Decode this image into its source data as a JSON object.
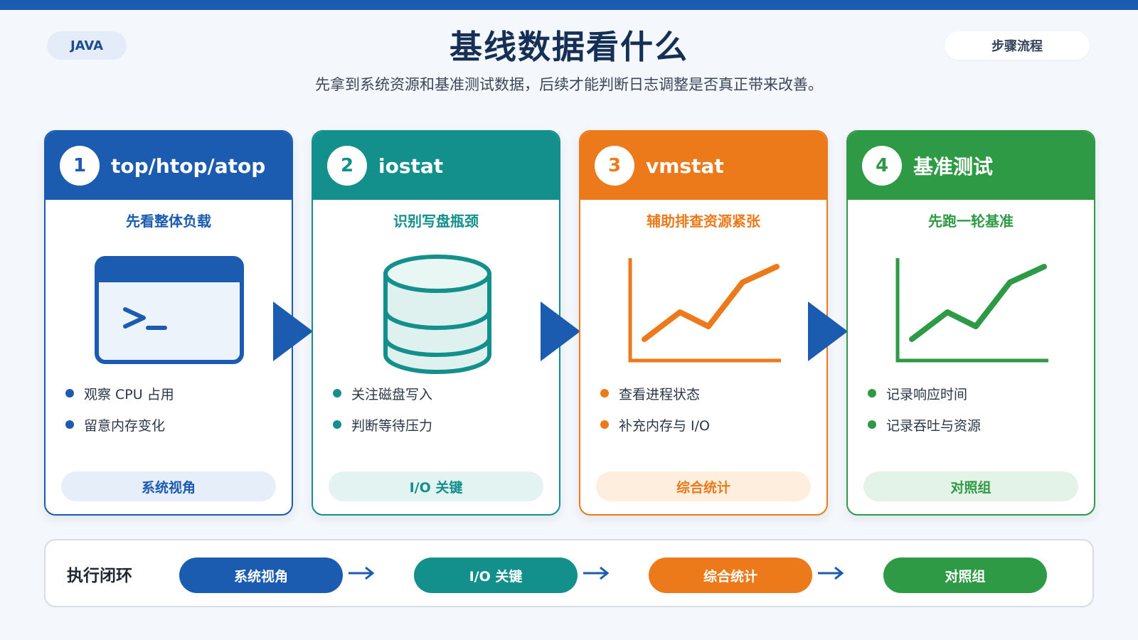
{
  "header": {
    "tag_left": "JAVA",
    "title": "基线数据看什么",
    "subtitle": "先拿到系统资源和基准测试数据，后续才能判断日志调整是否真正带来改善。",
    "tag_right": "步骤流程"
  },
  "colors": {
    "blue": "#1b5bb0",
    "teal": "#138f8c",
    "orange": "#ec7a1b",
    "green": "#2e9a45"
  },
  "cards": [
    {
      "number": "1",
      "title": "top/htop/atop",
      "subtitle": "先看整体负载",
      "illustration": "terminal-icon",
      "bullets": [
        "观察 CPU 占用",
        "留意内存变化"
      ],
      "pill": "系统视角"
    },
    {
      "number": "2",
      "title": "iostat",
      "subtitle": "识别写盘瓶颈",
      "illustration": "database-icon",
      "bullets": [
        "关注磁盘写入",
        "判断等待压力"
      ],
      "pill": "I/O 关键"
    },
    {
      "number": "3",
      "title": "vmstat",
      "subtitle": "辅助排查资源紧张",
      "illustration": "line-chart-icon",
      "bullets": [
        "查看进程状态",
        "补充内存与 I/O"
      ],
      "pill": "综合统计"
    },
    {
      "number": "4",
      "title": "基准测试",
      "subtitle": "先跑一轮基准",
      "illustration": "line-chart-icon",
      "bullets": [
        "记录响应时间",
        "记录吞吐与资源"
      ],
      "pill": "对照组"
    }
  ],
  "flow": {
    "label": "执行闭环",
    "steps": [
      "系统视角",
      "I/O 关键",
      "综合统计",
      "对照组"
    ]
  }
}
